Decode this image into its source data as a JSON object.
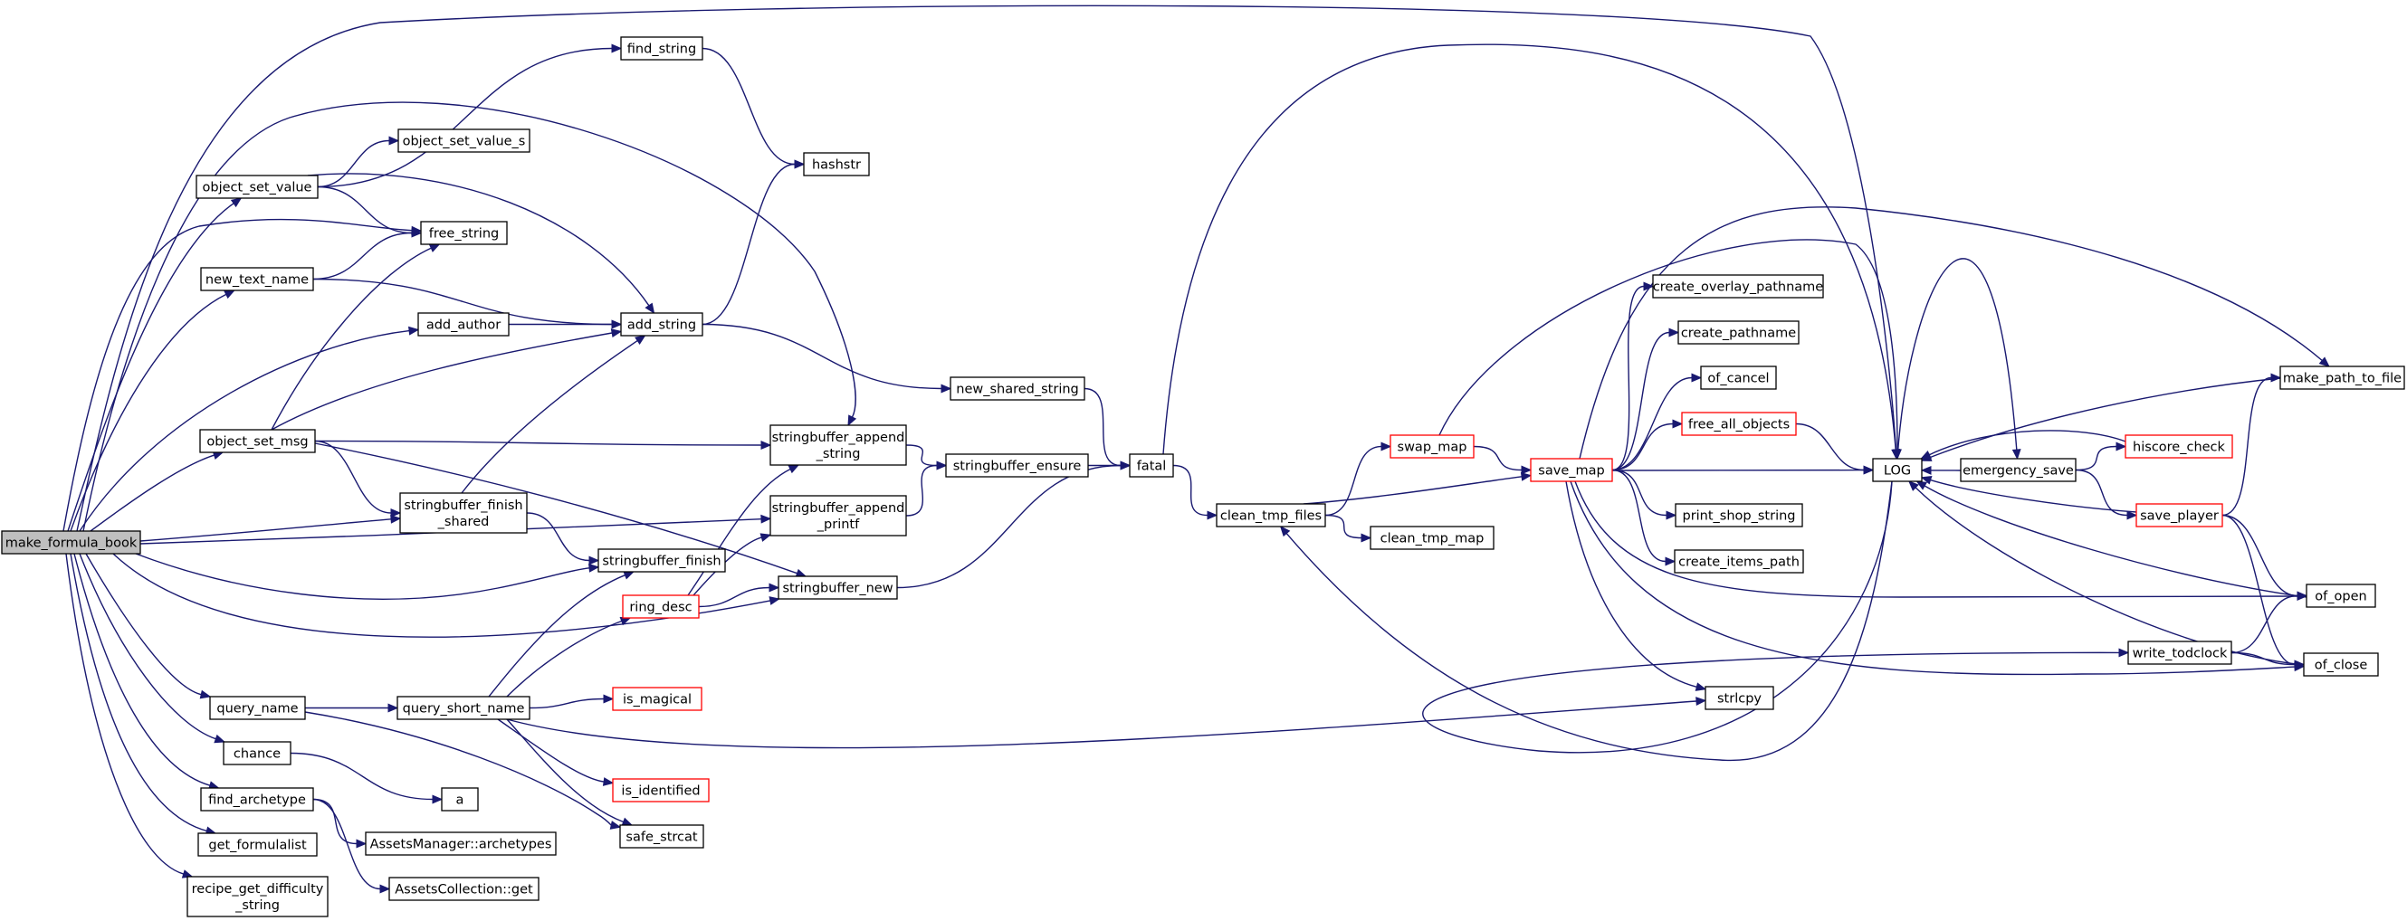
{
  "diagram": {
    "colors": {
      "edge": "#191970",
      "node_border": "#000000",
      "node_border_truncated": "#ff0000",
      "node_fill": "#ffffff",
      "root_fill": "#bfbfbf"
    },
    "nodes": [
      {
        "id": "make_formula_book",
        "lines": [
          "make_formula_book"
        ],
        "root": true
      },
      {
        "id": "object_set_value",
        "lines": [
          "object_set_value"
        ]
      },
      {
        "id": "new_text_name",
        "lines": [
          "new_text_name"
        ]
      },
      {
        "id": "object_set_msg",
        "lines": [
          "object_set_msg"
        ]
      },
      {
        "id": "query_name",
        "lines": [
          "query_name"
        ]
      },
      {
        "id": "chance",
        "lines": [
          "chance"
        ]
      },
      {
        "id": "find_archetype",
        "lines": [
          "find_archetype"
        ]
      },
      {
        "id": "get_formulalist",
        "lines": [
          "get_formulalist"
        ]
      },
      {
        "id": "recipe_get_difficulty_string",
        "lines": [
          "recipe_get_difficulty",
          "_string"
        ]
      },
      {
        "id": "find_string",
        "lines": [
          "find_string"
        ]
      },
      {
        "id": "object_set_value_s",
        "lines": [
          "object_set_value_s"
        ]
      },
      {
        "id": "free_string",
        "lines": [
          "free_string"
        ]
      },
      {
        "id": "add_author",
        "lines": [
          "add_author"
        ]
      },
      {
        "id": "add_string",
        "lines": [
          "add_string"
        ]
      },
      {
        "id": "hashstr",
        "lines": [
          "hashstr"
        ]
      },
      {
        "id": "stringbuffer_finish_shared",
        "lines": [
          "stringbuffer_finish",
          "_shared"
        ]
      },
      {
        "id": "stringbuffer_finish",
        "lines": [
          "stringbuffer_finish"
        ]
      },
      {
        "id": "stringbuffer_append_string",
        "lines": [
          "stringbuffer_append",
          "_string"
        ]
      },
      {
        "id": "stringbuffer_append_printf",
        "lines": [
          "stringbuffer_append",
          "_printf"
        ]
      },
      {
        "id": "ring_desc",
        "lines": [
          "ring_desc"
        ],
        "truncated": true
      },
      {
        "id": "stringbuffer_new",
        "lines": [
          "stringbuffer_new"
        ]
      },
      {
        "id": "query_short_name",
        "lines": [
          "query_short_name"
        ]
      },
      {
        "id": "is_magical",
        "lines": [
          "is_magical"
        ],
        "truncated": true
      },
      {
        "id": "is_identified",
        "lines": [
          "is_identified"
        ],
        "truncated": true
      },
      {
        "id": "a",
        "lines": [
          "a"
        ]
      },
      {
        "id": "safe_strcat",
        "lines": [
          "safe_strcat"
        ]
      },
      {
        "id": "AssetsManager_archetypes",
        "lines": [
          "AssetsManager::archetypes"
        ]
      },
      {
        "id": "AssetsCollection_get",
        "lines": [
          "AssetsCollection::get"
        ]
      },
      {
        "id": "new_shared_string",
        "lines": [
          "new_shared_string"
        ]
      },
      {
        "id": "stringbuffer_ensure",
        "lines": [
          "stringbuffer_ensure"
        ]
      },
      {
        "id": "fatal",
        "lines": [
          "fatal"
        ]
      },
      {
        "id": "clean_tmp_files",
        "lines": [
          "clean_tmp_files"
        ]
      },
      {
        "id": "swap_map",
        "lines": [
          "swap_map"
        ],
        "truncated": true
      },
      {
        "id": "clean_tmp_map",
        "lines": [
          "clean_tmp_map"
        ]
      },
      {
        "id": "save_map",
        "lines": [
          "save_map"
        ],
        "truncated": true
      },
      {
        "id": "create_overlay_pathname",
        "lines": [
          "create_overlay_pathname"
        ]
      },
      {
        "id": "create_pathname",
        "lines": [
          "create_pathname"
        ]
      },
      {
        "id": "of_cancel",
        "lines": [
          "of_cancel"
        ]
      },
      {
        "id": "free_all_objects",
        "lines": [
          "free_all_objects"
        ],
        "truncated": true
      },
      {
        "id": "print_shop_string",
        "lines": [
          "print_shop_string"
        ]
      },
      {
        "id": "create_items_path",
        "lines": [
          "create_items_path"
        ]
      },
      {
        "id": "strlcpy",
        "lines": [
          "strlcpy"
        ]
      },
      {
        "id": "LOG",
        "lines": [
          "LOG"
        ]
      },
      {
        "id": "emergency_save",
        "lines": [
          "emergency_save"
        ]
      },
      {
        "id": "hiscore_check",
        "lines": [
          "hiscore_check"
        ],
        "truncated": true
      },
      {
        "id": "save_player",
        "lines": [
          "save_player"
        ],
        "truncated": true
      },
      {
        "id": "make_path_to_file",
        "lines": [
          "make_path_to_file"
        ]
      },
      {
        "id": "of_open",
        "lines": [
          "of_open"
        ]
      },
      {
        "id": "of_close",
        "lines": [
          "of_close"
        ]
      },
      {
        "id": "write_todclock",
        "lines": [
          "write_todclock"
        ]
      }
    ],
    "edges": [
      {
        "from": "make_formula_book",
        "to": "object_set_value"
      },
      {
        "from": "make_formula_book",
        "to": "free_string"
      },
      {
        "from": "make_formula_book",
        "to": "new_text_name"
      },
      {
        "from": "make_formula_book",
        "to": "add_author"
      },
      {
        "from": "make_formula_book",
        "to": "object_set_msg"
      },
      {
        "from": "make_formula_book",
        "to": "stringbuffer_append_string"
      },
      {
        "from": "make_formula_book",
        "to": "stringbuffer_finish_shared"
      },
      {
        "from": "make_formula_book",
        "to": "stringbuffer_append_printf"
      },
      {
        "from": "make_formula_book",
        "to": "stringbuffer_finish"
      },
      {
        "from": "make_formula_book",
        "to": "stringbuffer_new"
      },
      {
        "from": "make_formula_book",
        "to": "query_name"
      },
      {
        "from": "make_formula_book",
        "to": "chance"
      },
      {
        "from": "make_formula_book",
        "to": "find_archetype"
      },
      {
        "from": "make_formula_book",
        "to": "get_formulalist"
      },
      {
        "from": "make_formula_book",
        "to": "recipe_get_difficulty_string"
      },
      {
        "from": "make_formula_book",
        "to": "LOG"
      },
      {
        "from": "object_set_value",
        "to": "find_string"
      },
      {
        "from": "object_set_value",
        "to": "object_set_value_s"
      },
      {
        "from": "object_set_value",
        "to": "free_string"
      },
      {
        "from": "object_set_value",
        "to": "add_string"
      },
      {
        "from": "new_text_name",
        "to": "free_string"
      },
      {
        "from": "new_text_name",
        "to": "add_string"
      },
      {
        "from": "add_author",
        "to": "add_string"
      },
      {
        "from": "object_set_msg",
        "to": "free_string"
      },
      {
        "from": "object_set_msg",
        "to": "add_string"
      },
      {
        "from": "object_set_msg",
        "to": "stringbuffer_append_string"
      },
      {
        "from": "object_set_msg",
        "to": "stringbuffer_finish_shared"
      },
      {
        "from": "object_set_msg",
        "to": "stringbuffer_new"
      },
      {
        "from": "find_string",
        "to": "hashstr"
      },
      {
        "from": "add_string",
        "to": "hashstr"
      },
      {
        "from": "add_string",
        "to": "new_shared_string"
      },
      {
        "from": "stringbuffer_finish_shared",
        "to": "add_string"
      },
      {
        "from": "stringbuffer_finish_shared",
        "to": "stringbuffer_finish"
      },
      {
        "from": "stringbuffer_append_string",
        "to": "stringbuffer_ensure"
      },
      {
        "from": "stringbuffer_append_printf",
        "to": "stringbuffer_ensure"
      },
      {
        "from": "new_shared_string",
        "to": "fatal"
      },
      {
        "from": "stringbuffer_ensure",
        "to": "fatal"
      },
      {
        "from": "stringbuffer_new",
        "to": "fatal"
      },
      {
        "from": "ring_desc",
        "to": "stringbuffer_append_string"
      },
      {
        "from": "ring_desc",
        "to": "stringbuffer_append_printf"
      },
      {
        "from": "ring_desc",
        "to": "stringbuffer_new"
      },
      {
        "from": "query_name",
        "to": "query_short_name"
      },
      {
        "from": "query_name",
        "to": "safe_strcat"
      },
      {
        "from": "query_short_name",
        "to": "stringbuffer_finish"
      },
      {
        "from": "query_short_name",
        "to": "ring_desc"
      },
      {
        "from": "query_short_name",
        "to": "is_magical"
      },
      {
        "from": "query_short_name",
        "to": "is_identified"
      },
      {
        "from": "query_short_name",
        "to": "safe_strcat"
      },
      {
        "from": "query_short_name",
        "to": "strlcpy"
      },
      {
        "from": "chance",
        "to": "a"
      },
      {
        "from": "find_archetype",
        "to": "AssetsManager_archetypes"
      },
      {
        "from": "find_archetype",
        "to": "AssetsCollection_get"
      },
      {
        "from": "fatal",
        "to": "clean_tmp_files"
      },
      {
        "from": "fatal",
        "to": "LOG"
      },
      {
        "from": "clean_tmp_files",
        "to": "swap_map"
      },
      {
        "from": "clean_tmp_files",
        "to": "save_map"
      },
      {
        "from": "clean_tmp_files",
        "to": "clean_tmp_map"
      },
      {
        "from": "swap_map",
        "to": "save_map"
      },
      {
        "from": "swap_map",
        "to": "LOG"
      },
      {
        "from": "save_map",
        "to": "create_overlay_pathname"
      },
      {
        "from": "save_map",
        "to": "create_pathname"
      },
      {
        "from": "save_map",
        "to": "of_cancel"
      },
      {
        "from": "save_map",
        "to": "free_all_objects"
      },
      {
        "from": "save_map",
        "to": "LOG"
      },
      {
        "from": "save_map",
        "to": "print_shop_string"
      },
      {
        "from": "save_map",
        "to": "create_items_path"
      },
      {
        "from": "save_map",
        "to": "strlcpy"
      },
      {
        "from": "save_map",
        "to": "of_open"
      },
      {
        "from": "save_map",
        "to": "of_close"
      },
      {
        "from": "save_map",
        "to": "make_path_to_file"
      },
      {
        "from": "free_all_objects",
        "to": "LOG"
      },
      {
        "from": "LOG",
        "to": "emergency_save"
      },
      {
        "from": "LOG",
        "to": "clean_tmp_files"
      },
      {
        "from": "emergency_save",
        "to": "LOG"
      },
      {
        "from": "emergency_save",
        "to": "hiscore_check"
      },
      {
        "from": "emergency_save",
        "to": "save_player"
      },
      {
        "from": "emergency_save",
        "to": "write_todclock"
      },
      {
        "from": "hiscore_check",
        "to": "LOG"
      },
      {
        "from": "save_player",
        "to": "LOG"
      },
      {
        "from": "save_player",
        "to": "make_path_to_file"
      },
      {
        "from": "save_player",
        "to": "of_open"
      },
      {
        "from": "save_player",
        "to": "of_close"
      },
      {
        "from": "make_path_to_file",
        "to": "LOG"
      },
      {
        "from": "of_open",
        "to": "LOG"
      },
      {
        "from": "of_close",
        "to": "LOG"
      },
      {
        "from": "write_todclock",
        "to": "of_open"
      },
      {
        "from": "write_todclock",
        "to": "of_close"
      }
    ]
  }
}
